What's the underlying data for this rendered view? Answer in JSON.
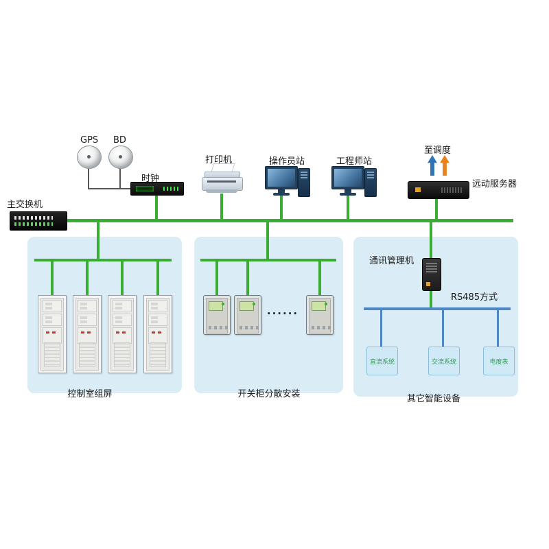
{
  "diagram": {
    "labels": {
      "gps": "GPS",
      "bd": "BD",
      "clock": "时钟",
      "printer": "打印机",
      "operator": "操作员站",
      "engineer": "工程师站",
      "dispatch": "至调度",
      "server": "远动服务器",
      "switch": "主交换机"
    },
    "panels": {
      "control_room": {
        "label": "控制室组屏"
      },
      "switchgear": {
        "label": "开关柜分散安装",
        "dots": "......"
      },
      "smart": {
        "label": "其它智能设备",
        "comm_label": "通讯管理机",
        "rs485_label": "RS485方式",
        "devices": [
          {
            "label": "直流系统"
          },
          {
            "label": "交流系统"
          },
          {
            "label": "电度表"
          }
        ]
      }
    },
    "icons": {
      "gps_antenna": "satellite-dish",
      "bd_antenna": "satellite-dish",
      "clock": "time-server-box",
      "printer": "printer",
      "operator_station": "desktop-computer",
      "engineer_station": "desktop-computer",
      "dispatch": "up-arrows",
      "remote_server": "rack-server",
      "main_switch": "network-switch",
      "cabinet": "equipment-cabinet",
      "relay": "protection-relay",
      "comm_manager": "comm-gateway-box"
    },
    "colors": {
      "bus_green": "#3aad35",
      "rs485_blue": "#4e86c6",
      "panel_bg": "#daecf5",
      "arrow_blue": "#2f74b5",
      "arrow_orange": "#e8821e",
      "device_box_bg": "#cfe9f7",
      "device_box_border": "#8abbd8",
      "device_box_text": "#2fa44f"
    }
  }
}
